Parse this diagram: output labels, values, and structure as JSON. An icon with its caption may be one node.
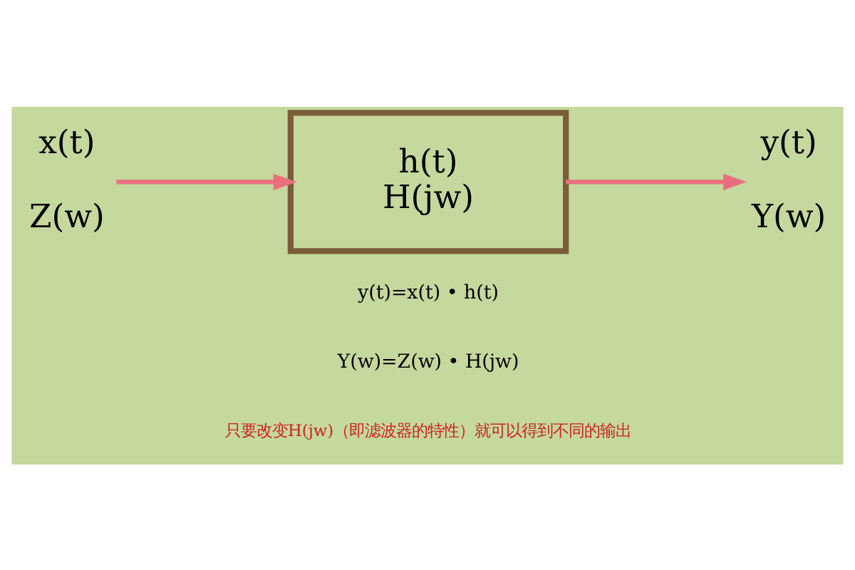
{
  "diagram": {
    "nodes": [
      {
        "text": [
          "x(t)",
          "Z(w)"
        ]
      },
      {
        "text": [
          "h(t)",
          "H(jw)"
        ]
      },
      {
        "text": [
          "y(t)",
          "Y(w)"
        ]
      }
    ],
    "edges": [
      {
        "from": 0,
        "to": 1,
        "arrow": "to"
      },
      {
        "from": 1,
        "to": 2,
        "arrow": "to"
      }
    ],
    "labels": [
      "y(t)=x(t) • h(t)",
      "Y(w)=Z(w) • H(jw)",
      "只要改变H(jw)（即滤波器的特性）就可以得到不同的输出"
    ]
  }
}
